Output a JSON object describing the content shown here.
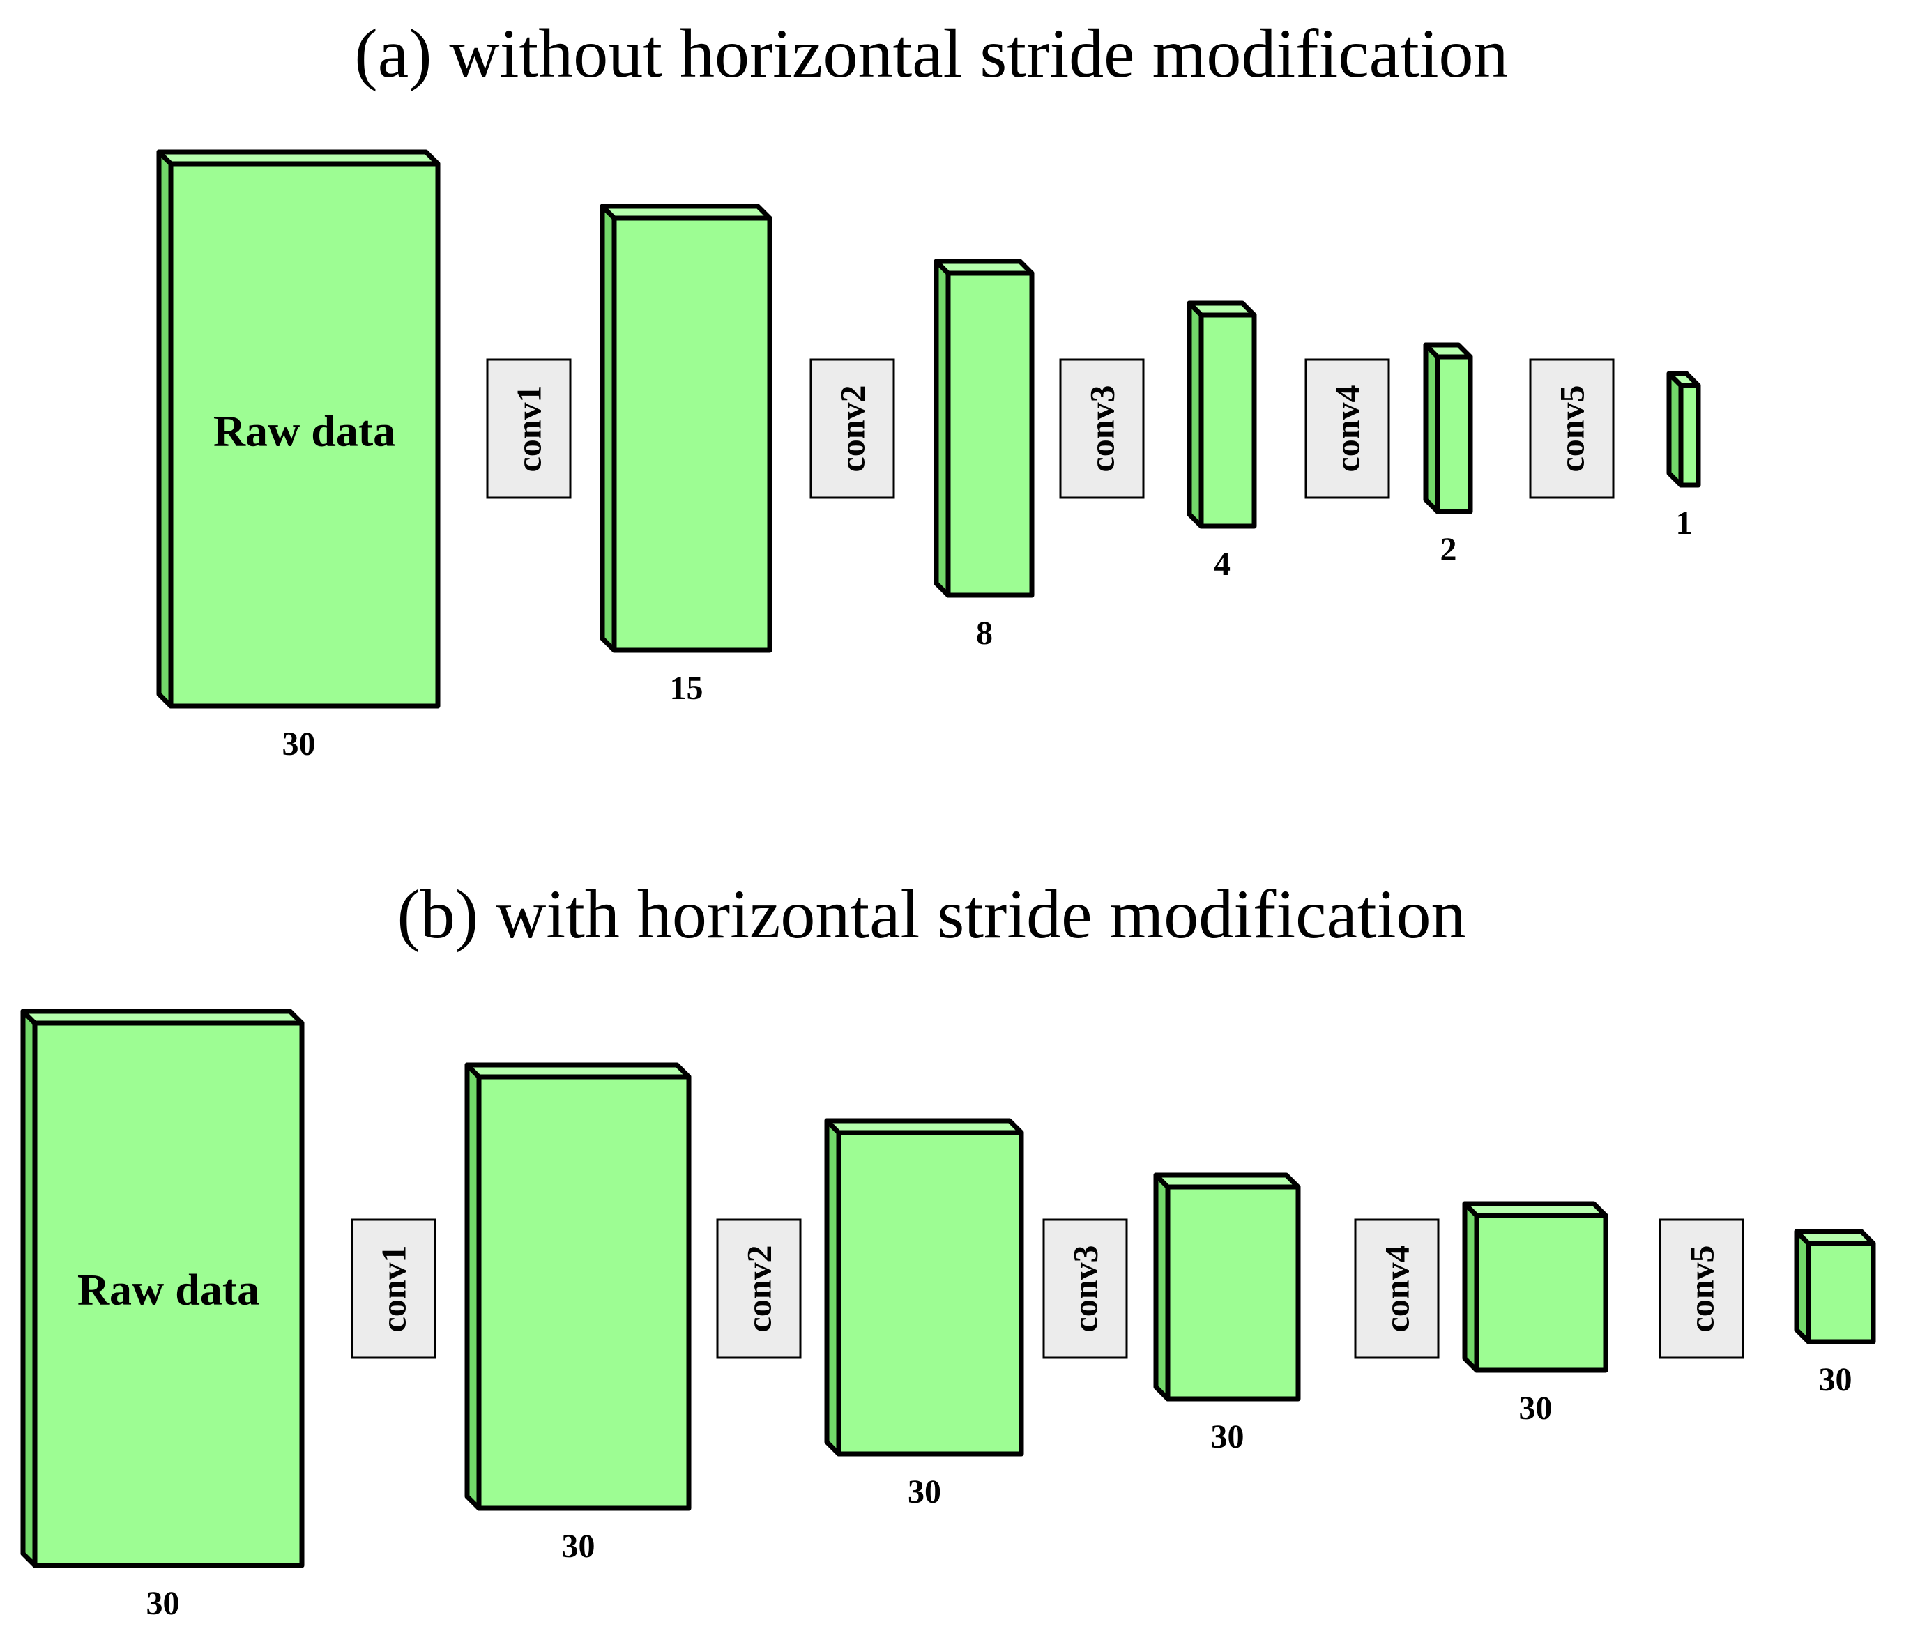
{
  "colors": {
    "block_fill": "#9dfd93",
    "block_side": "#73d96a",
    "block_top": "#b6ffae",
    "conv_fill": "#ececec",
    "stroke": "#000000"
  },
  "panels": [
    {
      "title": "(a) without horizontal stride modification",
      "blocks": [
        {
          "label": "Raw data",
          "dim": "30"
        },
        {
          "label": "",
          "dim": "15"
        },
        {
          "label": "",
          "dim": "8"
        },
        {
          "label": "",
          "dim": "4"
        },
        {
          "label": "",
          "dim": "2"
        },
        {
          "label": "",
          "dim": "1"
        }
      ],
      "convs": [
        "conv1",
        "conv2",
        "conv3",
        "conv4",
        "conv5"
      ]
    },
    {
      "title": "(b) with horizontal stride modification",
      "blocks": [
        {
          "label": "Raw data",
          "dim": "30"
        },
        {
          "label": "",
          "dim": "30"
        },
        {
          "label": "",
          "dim": "30"
        },
        {
          "label": "",
          "dim": "30"
        },
        {
          "label": "",
          "dim": "30"
        },
        {
          "label": "",
          "dim": "30"
        }
      ],
      "convs": [
        "conv1",
        "conv2",
        "conv3",
        "conv4",
        "conv5"
      ]
    }
  ]
}
